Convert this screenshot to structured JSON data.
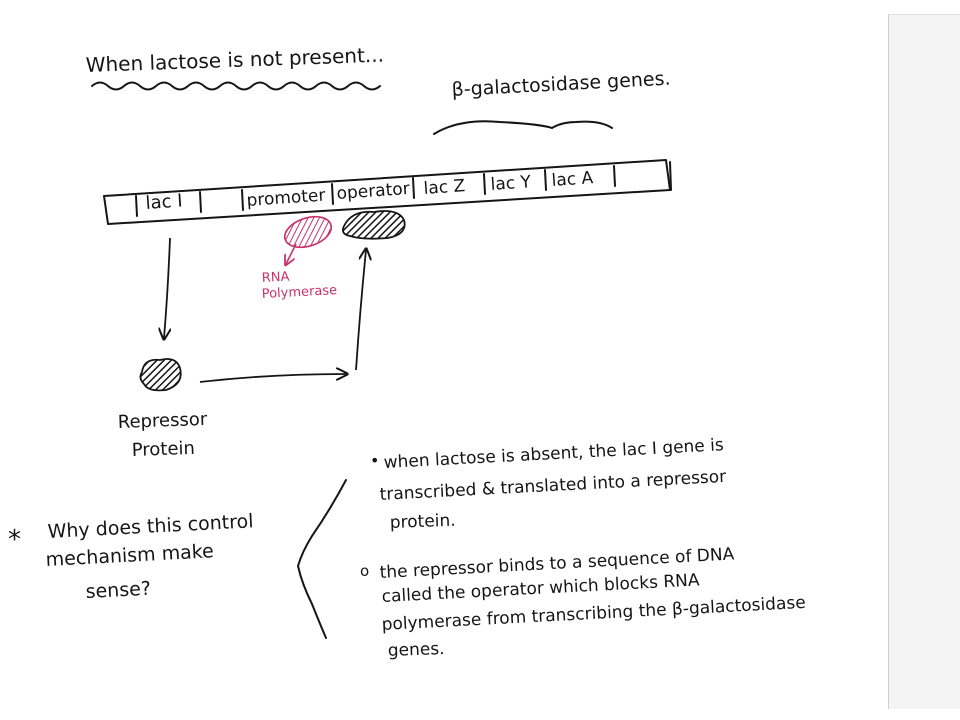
{
  "title": "When lactose is not present...",
  "gene_group_label": "β-galactosidase genes.",
  "dna_segments": [
    "lac I",
    "promoter",
    "operator",
    "lac Z",
    "lac Y",
    "lac A"
  ],
  "rna_polymerase_label": [
    "RNA",
    "Polymerase"
  ],
  "repressor_label": [
    "Repressor",
    "Protein"
  ],
  "question_mark": "*",
  "question_lines": [
    "Why does this control",
    "mechanism make",
    "sense?"
  ],
  "notes": [
    {
      "bullet": "•",
      "lines": [
        "when lactose is absent, the lac I gene is",
        "transcribed & translated into a repressor",
        "protein."
      ]
    },
    {
      "bullet": "o",
      "lines": [
        "the repressor binds to a sequence of DNA",
        "called the operator which blocks RNA",
        "polymerase from transcribing the β-galactosidase",
        "genes."
      ]
    }
  ],
  "colors": {
    "ink": "#151515",
    "rna_polymerase": "#c8336a"
  }
}
